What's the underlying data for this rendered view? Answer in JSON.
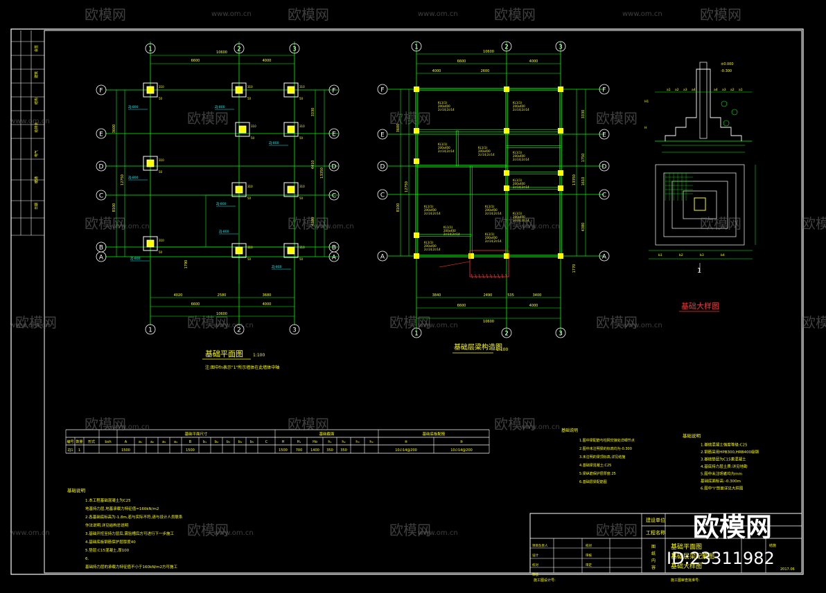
{
  "watermark": {
    "logo_text": "欧模网",
    "url_text": "www.om.cn",
    "id_text": "ID:23311982"
  },
  "plan_left": {
    "title": "基础平面图",
    "scale": "1:100",
    "note": "注:图中fn表示\"1\"所示墙体在此墙体中轴",
    "axes_top": [
      "1",
      "2",
      "3"
    ],
    "axes_side": [
      "F",
      "E",
      "D",
      "C",
      "B",
      "A"
    ],
    "dims_top": [
      "10600",
      "6600",
      "4000"
    ],
    "dims_bottom": [
      "4020",
      "2580",
      "3680",
      "6600",
      "4000",
      "10600"
    ],
    "dims_left": [
      "3600",
      "8100",
      "12750"
    ],
    "dims_right": [
      "3330",
      "4410",
      "13350",
      "4380"
    ],
    "footing_label": "ZJ-800"
  },
  "plan_mid": {
    "title": "基础层梁构造图",
    "scale": "1:100",
    "axes_top": [
      "1",
      "2",
      "3"
    ],
    "axes_side": [
      "F",
      "E",
      "D",
      "C",
      "A"
    ],
    "dims_top": [
      "10600",
      "6600",
      "4000",
      "2600"
    ],
    "dims_bottom": [
      "3840",
      "2490",
      "535",
      "3400",
      "6600",
      "4000",
      "10600"
    ]
  },
  "detail": {
    "title": "基础大样图",
    "label": "1",
    "levels": [
      "±0.000",
      "-0.300"
    ]
  },
  "table": {
    "header_group": [
      "基础平面尺寸",
      "基础截面",
      "基础底板配筋"
    ],
    "columns": [
      "编号",
      "数量",
      "形式",
      "bxh",
      "A",
      "a₁",
      "a₂",
      "a₃",
      "a₄",
      "B",
      "b₁",
      "b₂",
      "b₃",
      "b₄",
      "b₅",
      "C",
      "H",
      "H₁",
      "Ho",
      "h₁",
      "h₂",
      "h₃",
      "h₄",
      "④",
      "⑤"
    ],
    "row": [
      "ZJ1",
      "1",
      "",
      "",
      "1500",
      "",
      "",
      "",
      "",
      "1500",
      "",
      "",
      "",
      "",
      "",
      "",
      "1500",
      "700",
      "1400",
      "350",
      "350",
      "",
      "",
      "10∅14@200",
      "10∅14@200"
    ]
  },
  "notes_left": {
    "heading": "基础说明",
    "lines": [
      "1.本工程基础混凝土为C25",
      "地基持力层,地基承载力特征值=160kN/m2",
      "2.各基础底标高为-1.8m,若与实际不符,请与设计人员联系",
      "作法说明,详见结构总说明",
      "3.基础开挖至持力层后,需验槽后方可进行下一步施工",
      "4.基础底板钢筋保护层厚度40",
      "5.垫层:C15混凝土,厚100",
      "6.",
      "基础持力层的承载力特征值不小于160kN/m2方可施工"
    ]
  },
  "notes_mid": {
    "heading": "基础说明",
    "lines": [
      "1.图中梁配筋与柱网交接处详细节点",
      "2.图中未注明梁的标高均为-0.300",
      "3.未注明的梁顶标高,详见结施",
      "4.基础梁混凝土:C25",
      "5.梁纵筋保护层厚度:25",
      "6.基础层梁配筋图"
    ]
  },
  "notes_right": {
    "heading": "基础说明",
    "lines": [
      "1.基础混凝土强度等级:C25",
      "2.钢筋采用HPB300,HRB400级钢",
      "3.基础垫层为C15素混凝土",
      "4.基底持力层土质:详见地勘",
      "5.图中未注明者均为mm",
      "基础底面标高:-0.300m",
      "6.图中\"Ⅰ\"剖面详见大样图"
    ]
  },
  "title_block": {
    "row_labels": [
      "建设单位",
      "工程名称"
    ],
    "left_labels": [
      "项目负责人",
      "设计",
      "校对",
      "审核"
    ],
    "mid_labels": [
      "校对",
      "审核",
      "审定"
    ],
    "content_label": "图纸内容",
    "drawing_names": [
      "基础平面图",
      "基础层梁配筋图",
      "基础大样图"
    ],
    "sheet_no": "结施",
    "date": "2017.06",
    "bottom_left": "施工图设计号:",
    "bottom_mid": "施工图审查批准号:"
  },
  "side_strip": {
    "labels": [
      "会签",
      "建筑",
      "结构",
      "给排水",
      "电气",
      "暖通",
      "日期"
    ]
  },
  "colors": {
    "background": "#000000",
    "frame": "#ffffff",
    "grid": "#00ff00",
    "text": "#ffff00",
    "column": "#ffffff",
    "beam_outline": "#00ff00",
    "column_fill": "#ffff00",
    "stair": "#ff3030",
    "axis_circle": "#ffffff",
    "cyan": "#00ffff",
    "magenta": "#ff00ff"
  }
}
